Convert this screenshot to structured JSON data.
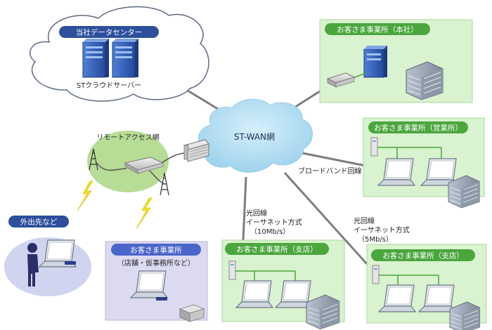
{
  "colors": {
    "green_box": "#d9f2cf",
    "green_border": "#a8d898",
    "green_pill": "#4aa63d",
    "purple_box": "#dcdaf0",
    "purple_pill": "#4a66c8",
    "navy_pill": "#2d4f9c",
    "cloud_fill": "#b6dff3",
    "remote_oval": "#b7dc96",
    "bolt": "#f0e020",
    "line_gray": "#7a7a7a"
  },
  "datacenter": {
    "title": "当社データセンター",
    "server_label": "STクラウドサーバー"
  },
  "wan": {
    "label": "ST-WAN網"
  },
  "remote_access": {
    "label": "リモートアクセス網"
  },
  "outside": {
    "label": "外出先など"
  },
  "office_hq": {
    "title": "お客さま事業所（本社）"
  },
  "office_sales": {
    "title": "お客さま事業所（営業所）"
  },
  "office_small": {
    "title": "お客さま事業所",
    "subtitle": "（店舗・仮事務所など）"
  },
  "office_branch1": {
    "title": "お客さま事業所（支店）"
  },
  "office_branch2": {
    "title": "お客さま事業所（支店）"
  },
  "links": {
    "broadband": "ブロードバンド回線",
    "fiber1": [
      "光回線",
      "イーサネット方式",
      "（10Mb/s）"
    ],
    "fiber2": [
      "光回線",
      "イーサネット方式",
      "（5Mb/s）"
    ]
  }
}
